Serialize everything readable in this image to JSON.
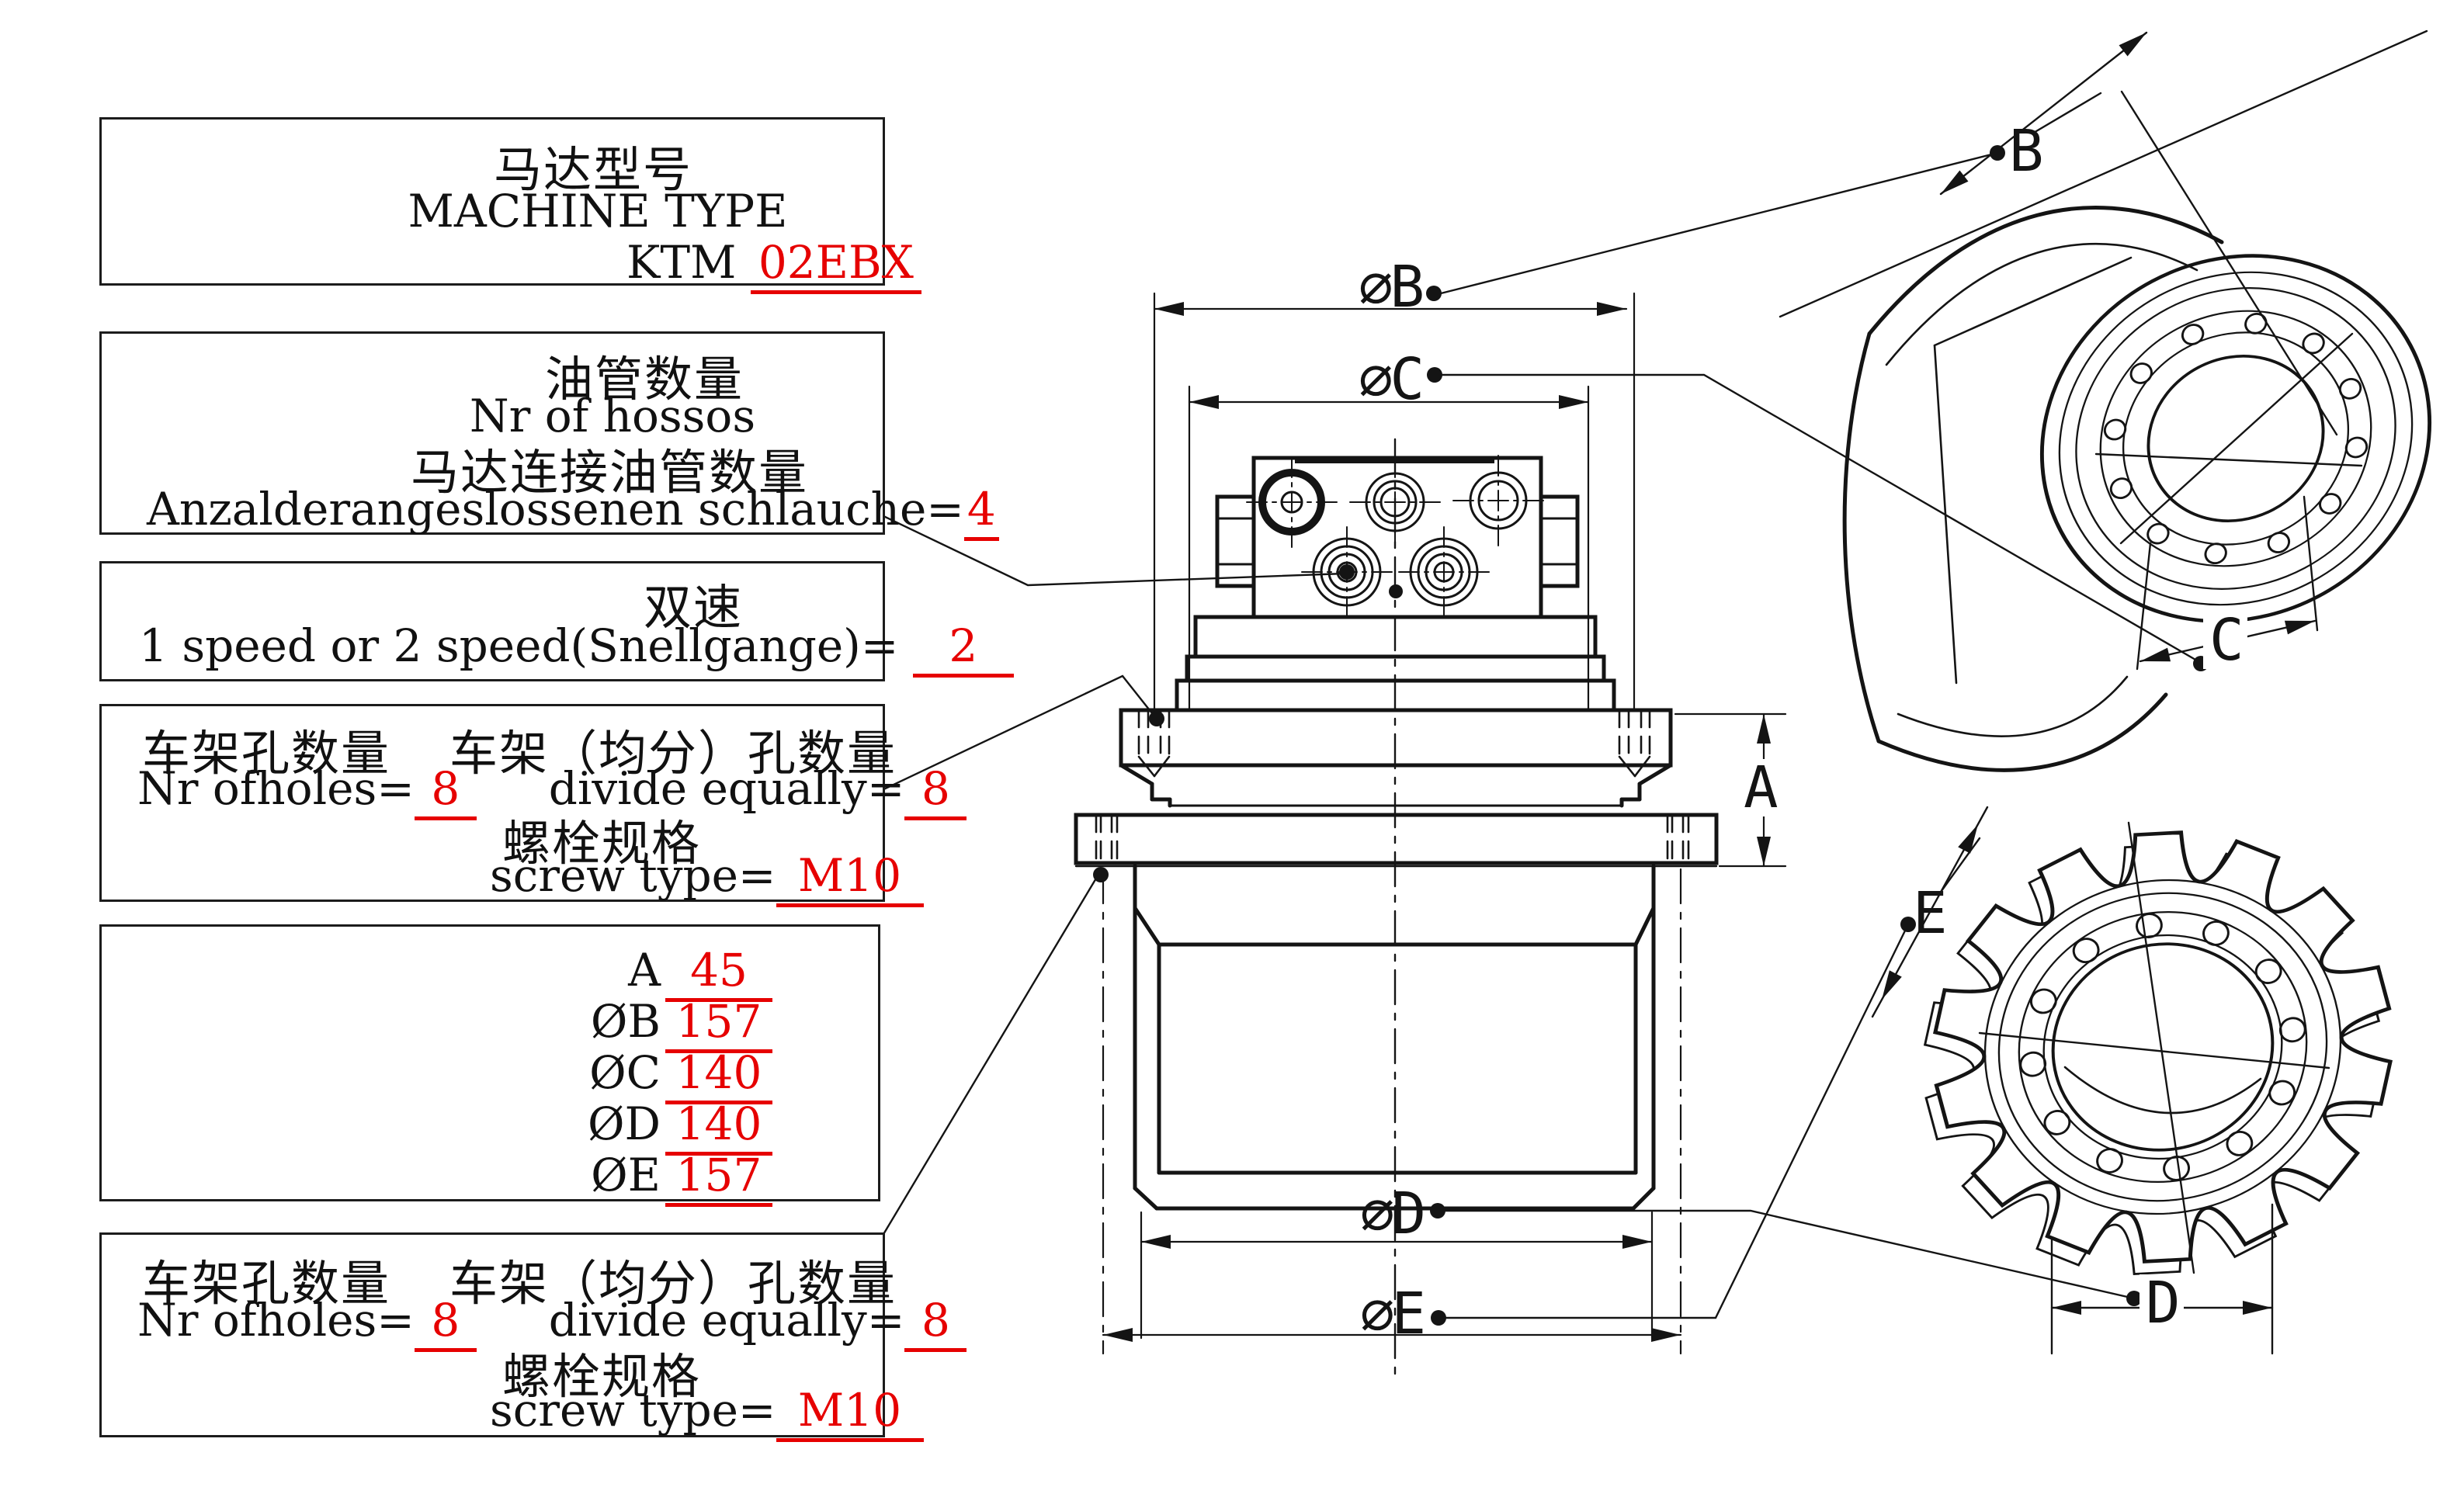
{
  "colors": {
    "red": "#e60000",
    "ink": "#141414"
  },
  "boxes": {
    "machine_type": {
      "title_cn": "马达型号",
      "title_en": "MACHINE TYPE",
      "prefix": "KTM",
      "model": "02EBX"
    },
    "hoses": {
      "title_cn": "油管数量",
      "subtitle_en": "Nr of hossos",
      "subtitle_cn": "马达连接油管数量",
      "label_de": "Anzalderangeslossenen schlauche=",
      "value": "4"
    },
    "speed": {
      "title_cn": "双速",
      "label": "1 speed or 2 speed(Snellgange)=",
      "value": "2"
    },
    "frame_holes_upper": {
      "title_left_cn": "车架孔数量",
      "title_right_cn": "车架（均分）孔数量",
      "holes_label": "Nr ofholes=",
      "holes_value": "8",
      "divide_label": "divide equally=",
      "divide_value": "8",
      "screw_title_cn": "螺栓规格",
      "screw_label": "screw type=",
      "screw_value": "M10"
    },
    "dimension_values": {
      "rows": [
        {
          "label": "A",
          "value": "45"
        },
        {
          "label": "ØB",
          "value": "157"
        },
        {
          "label": "ØC",
          "value": "140"
        },
        {
          "label": "ØD",
          "value": "140"
        },
        {
          "label": "ØE",
          "value": "157"
        }
      ]
    },
    "frame_holes_lower": {
      "title_left_cn": "车架孔数量",
      "title_right_cn": "车架（均分）孔数量",
      "holes_label": "Nr ofholes=",
      "holes_value": "8",
      "divide_label": "divide equally=",
      "divide_value": "8",
      "screw_title_cn": "螺栓规格",
      "screw_label": "screw type=",
      "screw_value": "M10"
    }
  },
  "drawing": {
    "front_view_labels": {
      "dia_b": "∅B",
      "dia_c": "∅C",
      "dia_d": "∅D",
      "dia_e": "∅E",
      "a": "A"
    },
    "housing_view_labels": {
      "b": "B",
      "c": "C"
    },
    "sprocket_view_labels": {
      "d": "D",
      "e": "E"
    }
  }
}
